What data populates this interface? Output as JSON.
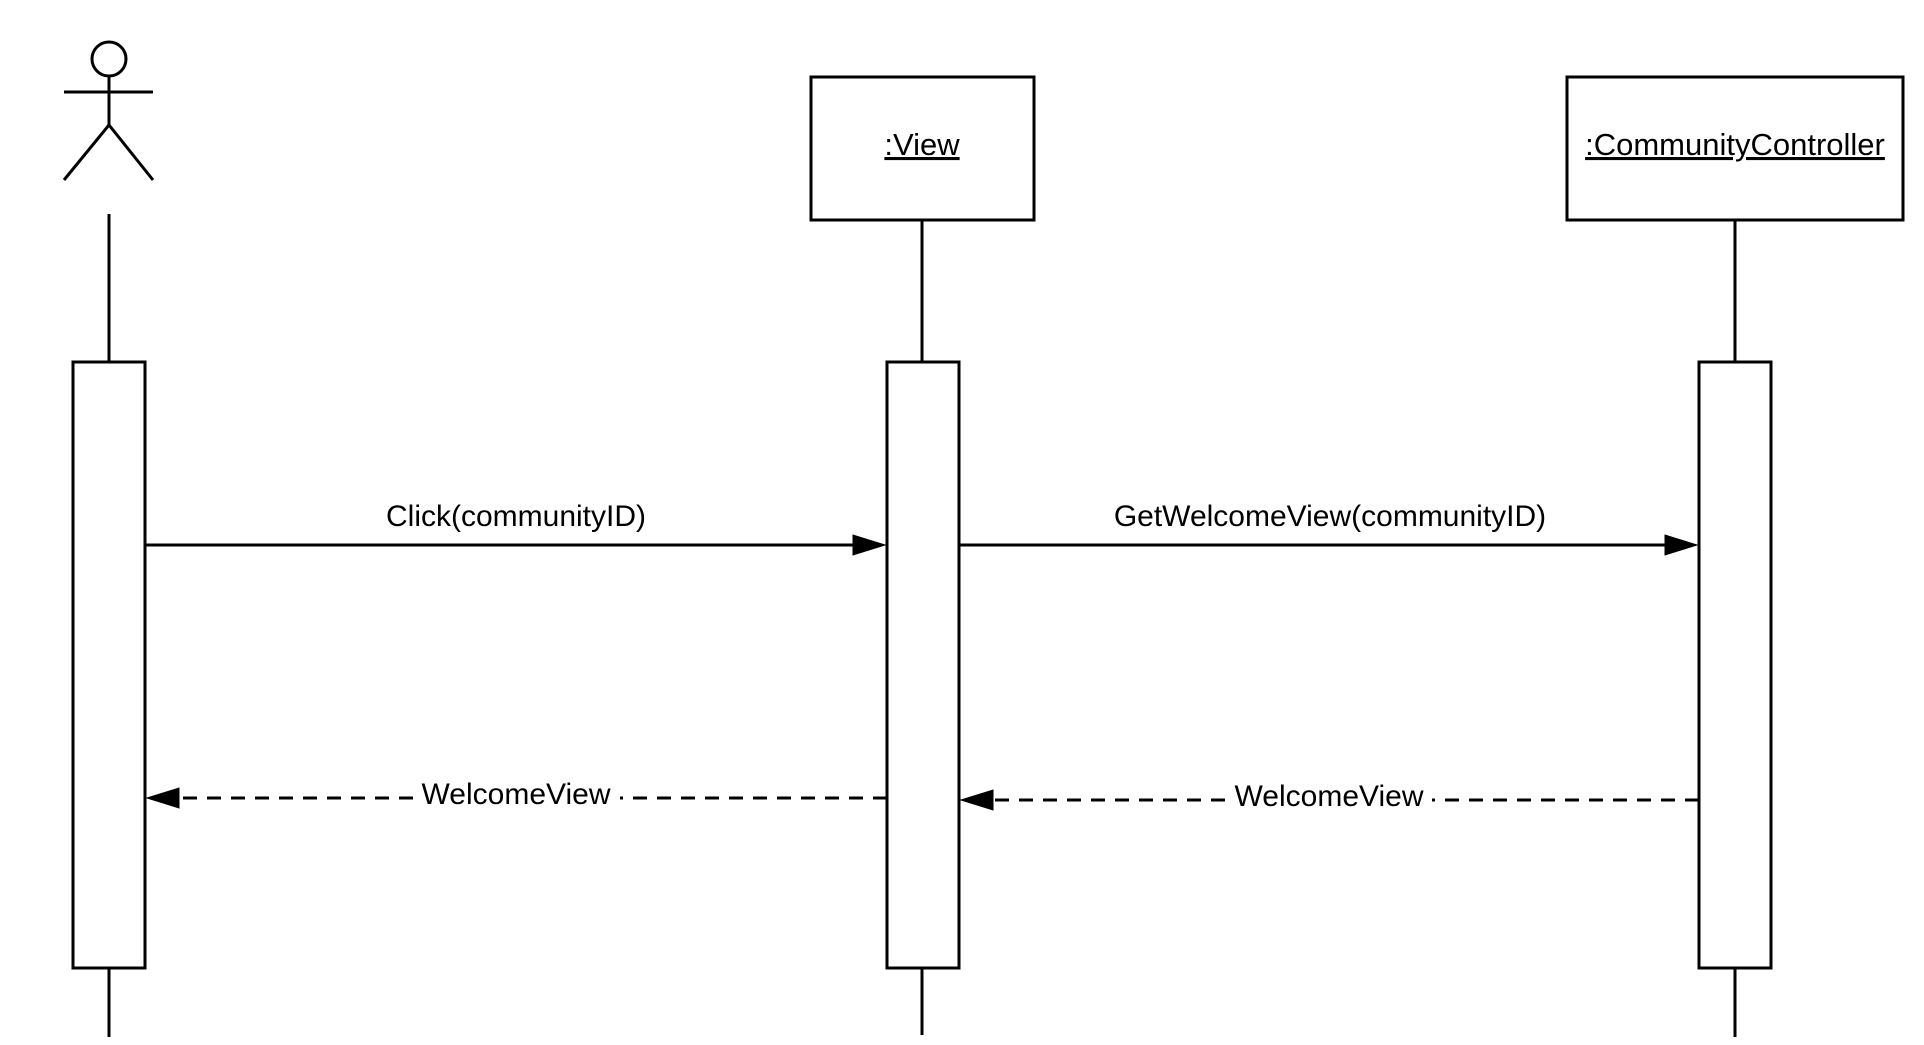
{
  "participants": {
    "actor": {
      "name": ""
    },
    "view": {
      "label": ":View"
    },
    "controller": {
      "label": ":CommunityController"
    }
  },
  "messages": [
    {
      "label": "Click(communityID)",
      "from": "actor",
      "to": "view",
      "kind": "synchronous"
    },
    {
      "label": "GetWelcomeView(communityID)",
      "from": "view",
      "to": "controller",
      "kind": "synchronous"
    },
    {
      "label": "WelcomeView",
      "from": "controller",
      "to": "view",
      "kind": "return"
    },
    {
      "label": "WelcomeView",
      "from": "view",
      "to": "actor",
      "kind": "return"
    }
  ],
  "colors": {
    "stroke": "#000000",
    "background": "#ffffff"
  }
}
